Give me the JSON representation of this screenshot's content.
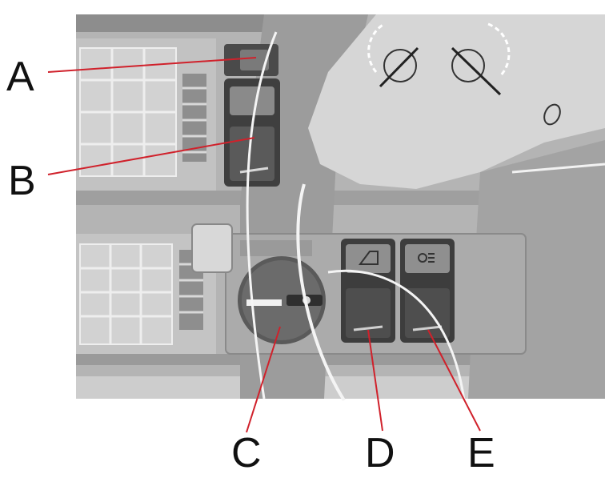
{
  "callouts": {
    "a": "A",
    "b": "B",
    "c": "C",
    "d": "D",
    "e": "E"
  },
  "colors": {
    "leader_line": "#d0212b",
    "panel_light": "#c9c9c9",
    "panel_mid": "#a9a9a9",
    "panel_dark": "#6f6f6f",
    "switch_dark": "#3d3d3d",
    "background": "#ffffff"
  },
  "icons": [
    "fog-light-icon",
    "rear-fog-light-icon",
    "headlight-dial",
    "air-vent-grille"
  ]
}
